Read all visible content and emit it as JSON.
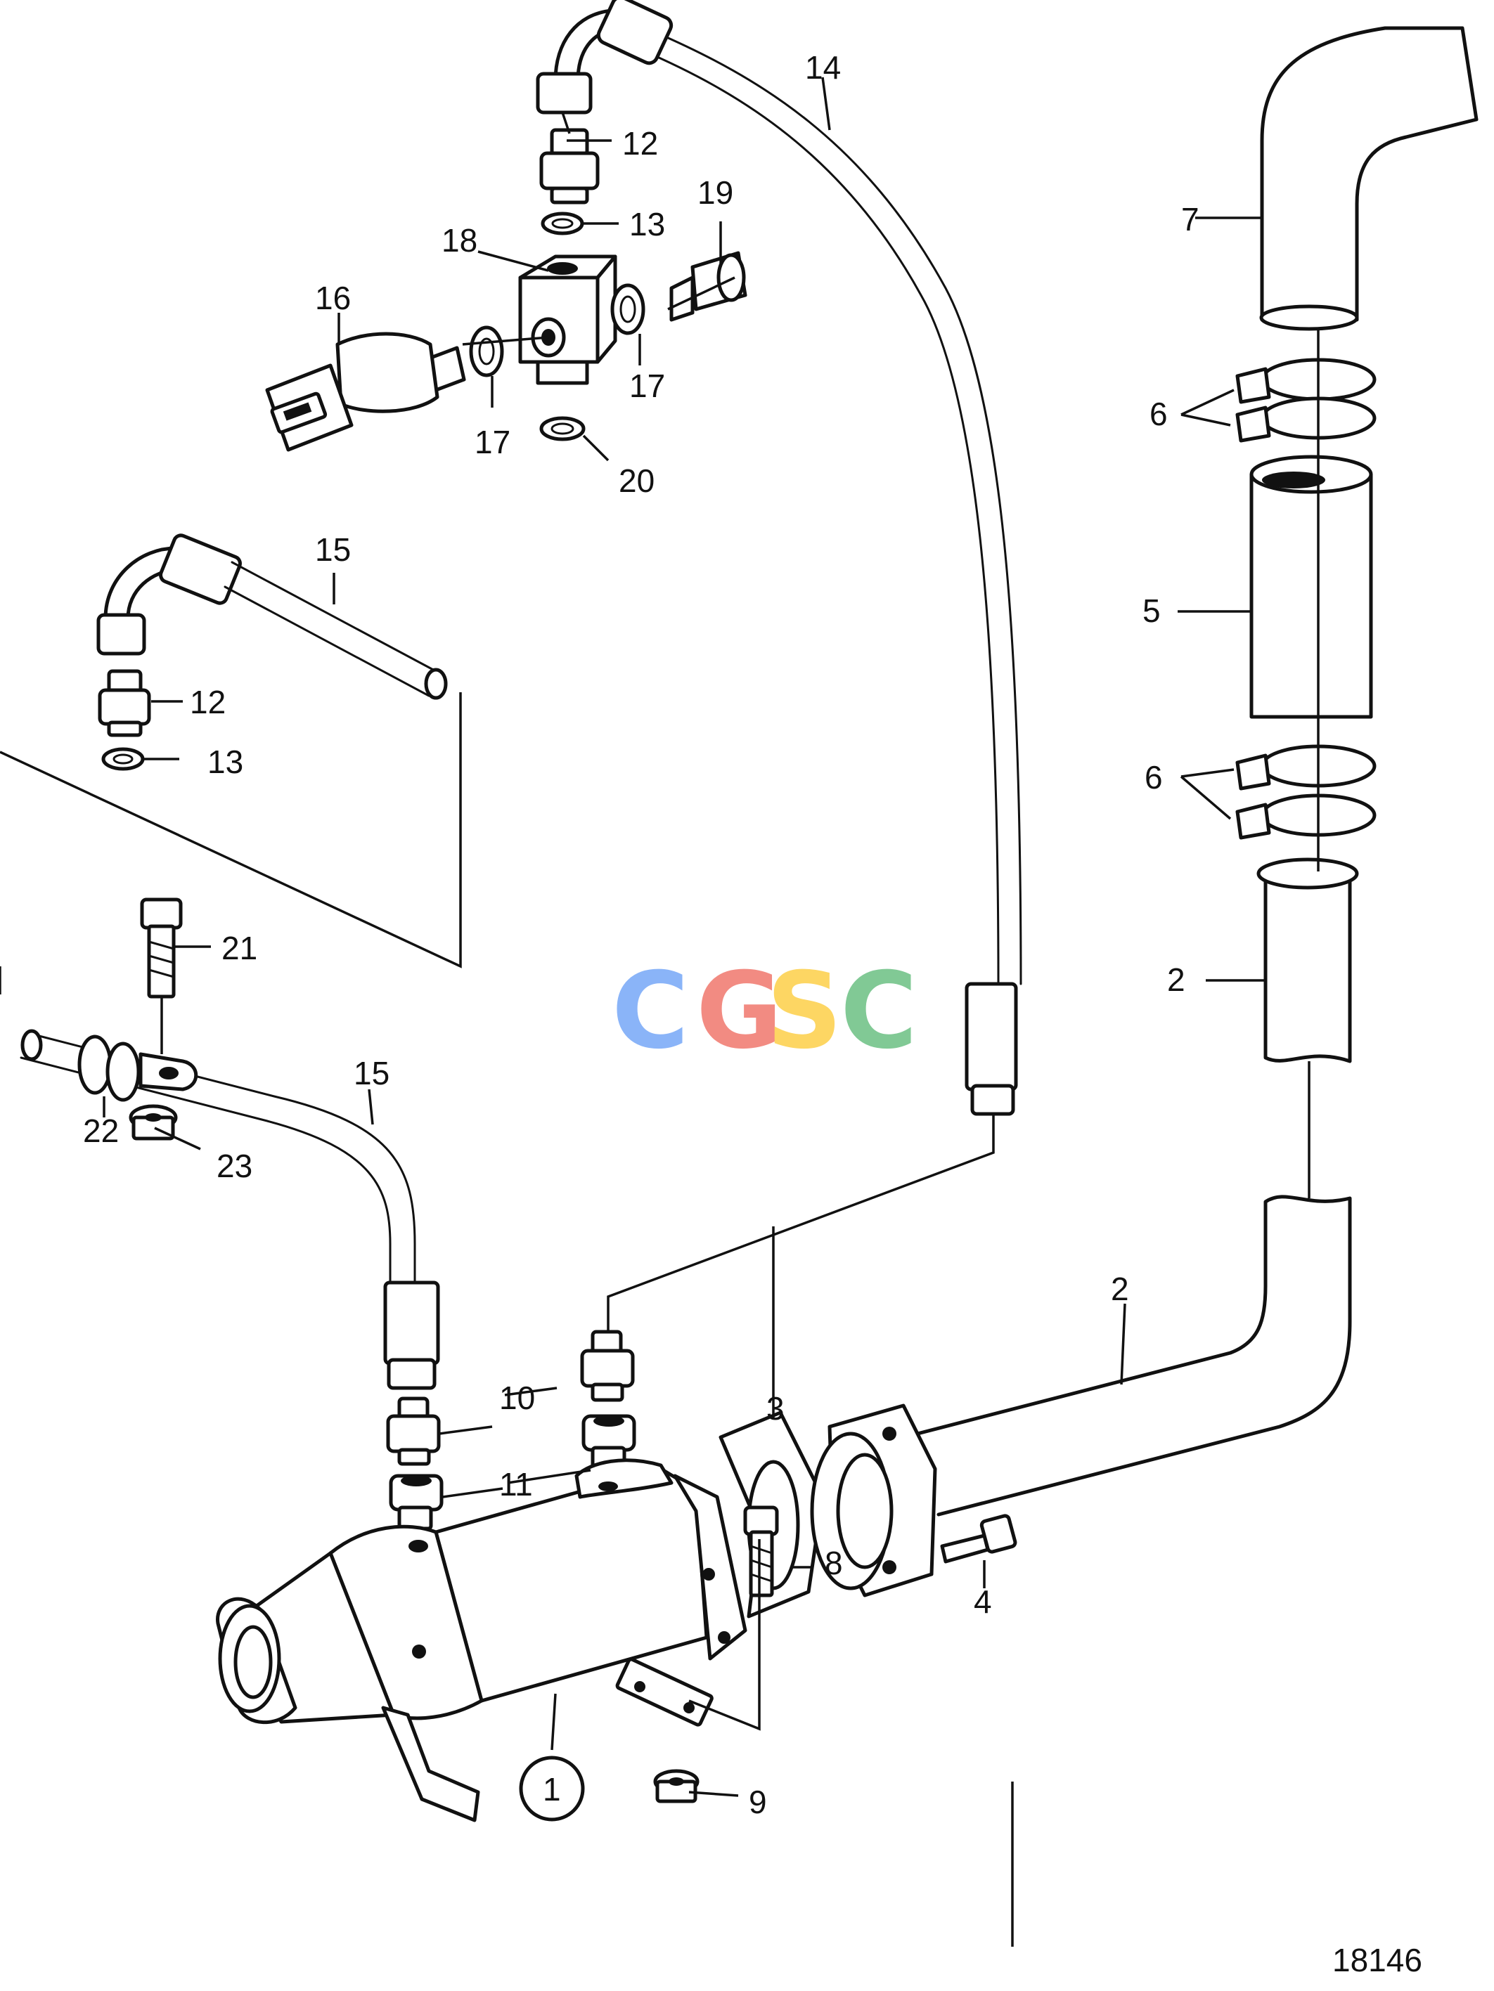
{
  "figure_number": "18146",
  "watermark": {
    "letters": [
      "C",
      "G",
      "S",
      "C"
    ],
    "colors": [
      "#8AB4F8",
      "#F28B82",
      "#FDD663",
      "#81C995"
    ]
  },
  "callouts": {
    "c1": "1",
    "c2a": "2",
    "c2b": "2",
    "c3": "3",
    "c4": "4",
    "c5": "5",
    "c6a": "6",
    "c6b": "6",
    "c7": "7",
    "c8": "8",
    "c9": "9",
    "c10": "10",
    "c11": "11",
    "c12a": "12",
    "c12b": "12",
    "c13a": "13",
    "c13b": "13",
    "c14": "14",
    "c15a": "15",
    "c15b": "15",
    "c16": "16",
    "c17a": "17",
    "c17b": "17",
    "c18": "18",
    "c19": "19",
    "c20": "20",
    "c21": "21",
    "c22": "22",
    "c23": "23"
  }
}
